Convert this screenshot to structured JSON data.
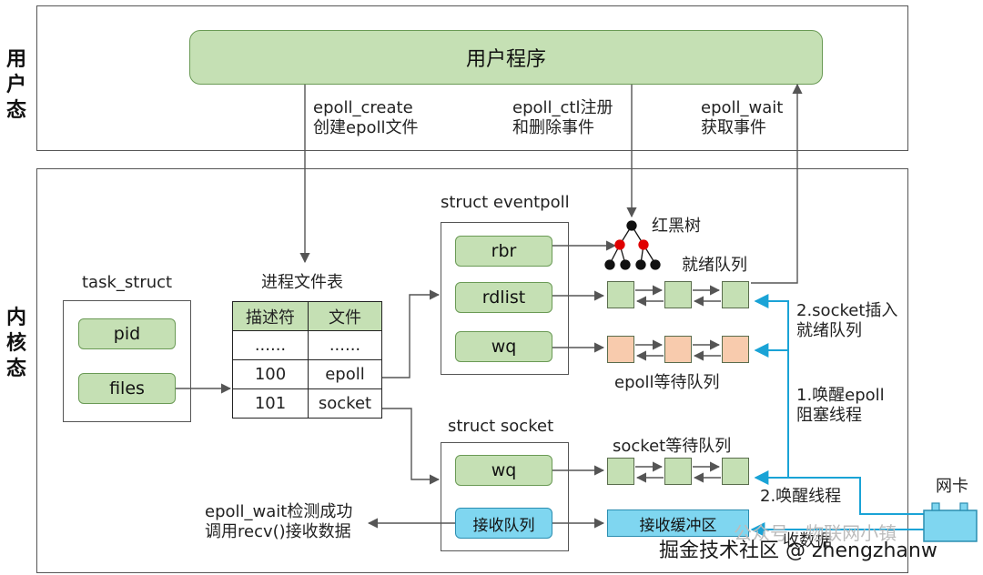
{
  "user_space": {
    "side_label": [
      "用",
      "户",
      "态"
    ],
    "program": "用户程序",
    "calls": [
      {
        "line1": "epoll_create",
        "line2": "创建epoll文件"
      },
      {
        "line1": "epoll_ctl注册",
        "line2": "和删除事件"
      },
      {
        "line1": "epoll_wait",
        "line2": "获取事件"
      }
    ]
  },
  "kernel": {
    "side_label": [
      "内",
      "核",
      "态"
    ],
    "task_struct": {
      "title": "task_struct",
      "fields": [
        "pid",
        "files"
      ]
    },
    "file_table": {
      "title": "进程文件表",
      "headers": [
        "描述符",
        "文件"
      ],
      "rows": [
        [
          "......",
          "......"
        ],
        [
          "100",
          "epoll"
        ],
        [
          "101",
          "socket"
        ]
      ]
    },
    "eventpoll": {
      "title": "struct eventpoll",
      "fields": [
        "rbr",
        "rdlist",
        "wq"
      ]
    },
    "rbtree_label": "红黑树",
    "ready_queue_label": "就绪队列",
    "epoll_wait_queue_label": "epoll等待队列",
    "socket": {
      "title": "struct socket",
      "fields": [
        "wq",
        "接收队列"
      ]
    },
    "socket_wait_queue_label": "socket等待队列",
    "recv_buffer": "接收缓冲区",
    "recv_data_label": "收数据",
    "epoll_wait_result": {
      "line1": "epoll_wait检测成功",
      "line2": "调用recv()接收数据"
    },
    "step_insert": {
      "line1": "2.socket插入",
      "line2": "就绪队列"
    },
    "step_wakeup_epoll": {
      "line1": "1.唤醒epoll",
      "line2": "阻塞线程"
    },
    "step_wakeup_thread": "2.唤醒线程",
    "nic": "网卡"
  },
  "watermark": {
    "text1": "掘金技术社区 @ zhengzhanw",
    "text2": "公众号 · 物联网小镇"
  },
  "colors": {
    "green": "#c5e0b4",
    "orange": "#f8cbad",
    "cyan": "#7fd6f0",
    "blue_arrow": "#1aa3d6",
    "red_node": "#e00000"
  }
}
